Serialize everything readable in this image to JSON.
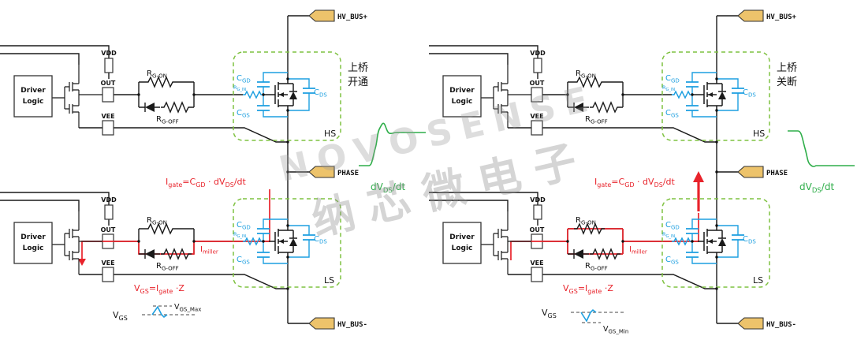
{
  "watermark": {
    "l1": "NOVOSENSE",
    "l2": "纳芯微电子"
  },
  "shared": {
    "driver": {
      "l1": "Driver",
      "l2": "Logic"
    },
    "pins": {
      "vdd": "VDD",
      "out": "OUT",
      "vee": "VEE"
    },
    "res": {
      "r": "R",
      "on": "G-ON",
      "off": "G-OFF",
      "rin_r": "R",
      "rin": "G_IN"
    },
    "cap": {
      "c": "C",
      "gd": "GD",
      "gs": "GS",
      "ds": "DS"
    },
    "term": {
      "pos": "HV_BUS+",
      "phase": "PHASE",
      "neg": "HV_BUS-"
    },
    "fet": {
      "hs": "HS",
      "ls": "LS"
    },
    "eq1": {
      "i": "I",
      "sub": "gate",
      "eq": "=C",
      "gd": "GD",
      "dv": " · dV",
      "ds": "DS",
      "dt": "/dt"
    },
    "im": {
      "i": "I",
      "sub": "miller"
    },
    "eq2": {
      "v": "V",
      "gs": "GS",
      "eq": "=I",
      "sub": "gate",
      "z": " ·Z"
    },
    "dvdt": {
      "a": "dV",
      "b": "DS",
      "c": "/dt"
    },
    "vgs": {
      "v": "V",
      "gs": "GS"
    }
  },
  "panels": [
    {
      "t1": "上桥",
      "t2": "开通",
      "lim": {
        "v": "V",
        "sub": "GS_Max"
      }
    },
    {
      "t1": "上桥",
      "t2": "关断",
      "lim": {
        "v": "V",
        "sub": "GS_Min"
      }
    }
  ],
  "colors": {
    "blue": "#1d9fe0",
    "green": "#2fae4a",
    "red": "#e8232b",
    "flag": "#edc36b",
    "box_dash": "#7fc241"
  }
}
